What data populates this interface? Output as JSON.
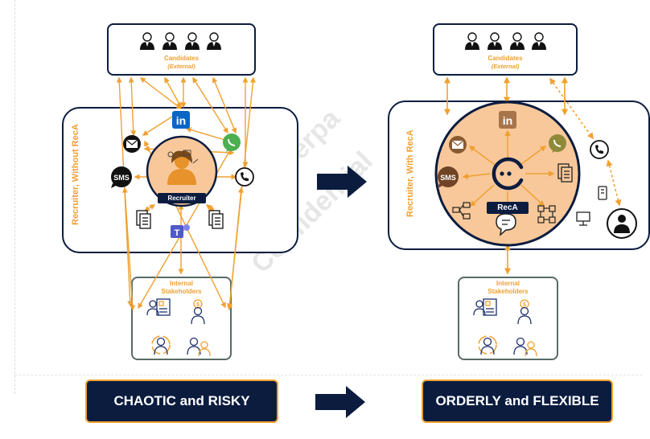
{
  "left_panel": {
    "candidates_title": "Candidates",
    "candidates_subtitle": "(External)",
    "recruiter_box_label": "Recruiter, Without RecA",
    "recruiter_tag": "Recruiter",
    "stakeholders_title_line1": "Internal",
    "stakeholders_title_line2": "Stakeholders",
    "sms_label": "SMS",
    "linkedin_label": "in",
    "bottom_label": "CHAOTIC and RISKY"
  },
  "right_panel": {
    "candidates_title": "Candidates",
    "candidates_subtitle": "(External)",
    "recruiter_box_label": "Recruiter, With RecA",
    "reca_tag": "RecA",
    "stakeholders_title_line1": "Internal",
    "stakeholders_title_line2": "Stakeholders",
    "sms_label": "SMS",
    "linkedin_label": "in",
    "bottom_label": "ORDERLY and FLEXIBLE"
  },
  "watermark": {
    "line1": "DigitalSherpa",
    "line2": "Confidential"
  },
  "colors": {
    "navy": "#0b1c3f",
    "orange": "#f0a030",
    "peach": "#f8c89a",
    "whatsapp": "#4caf50",
    "linkedin": "#0a66c2",
    "teams": "#5059c9"
  },
  "icons": [
    "person-icon",
    "envelope-icon",
    "sms-icon",
    "linkedin-icon",
    "whatsapp-icon",
    "phone-icon",
    "documents-icon",
    "teams-icon",
    "clock-icon",
    "chat-icon",
    "workflow-icon",
    "network-icon",
    "reca-logo-icon",
    "monitor-icon",
    "mobile-icon"
  ]
}
